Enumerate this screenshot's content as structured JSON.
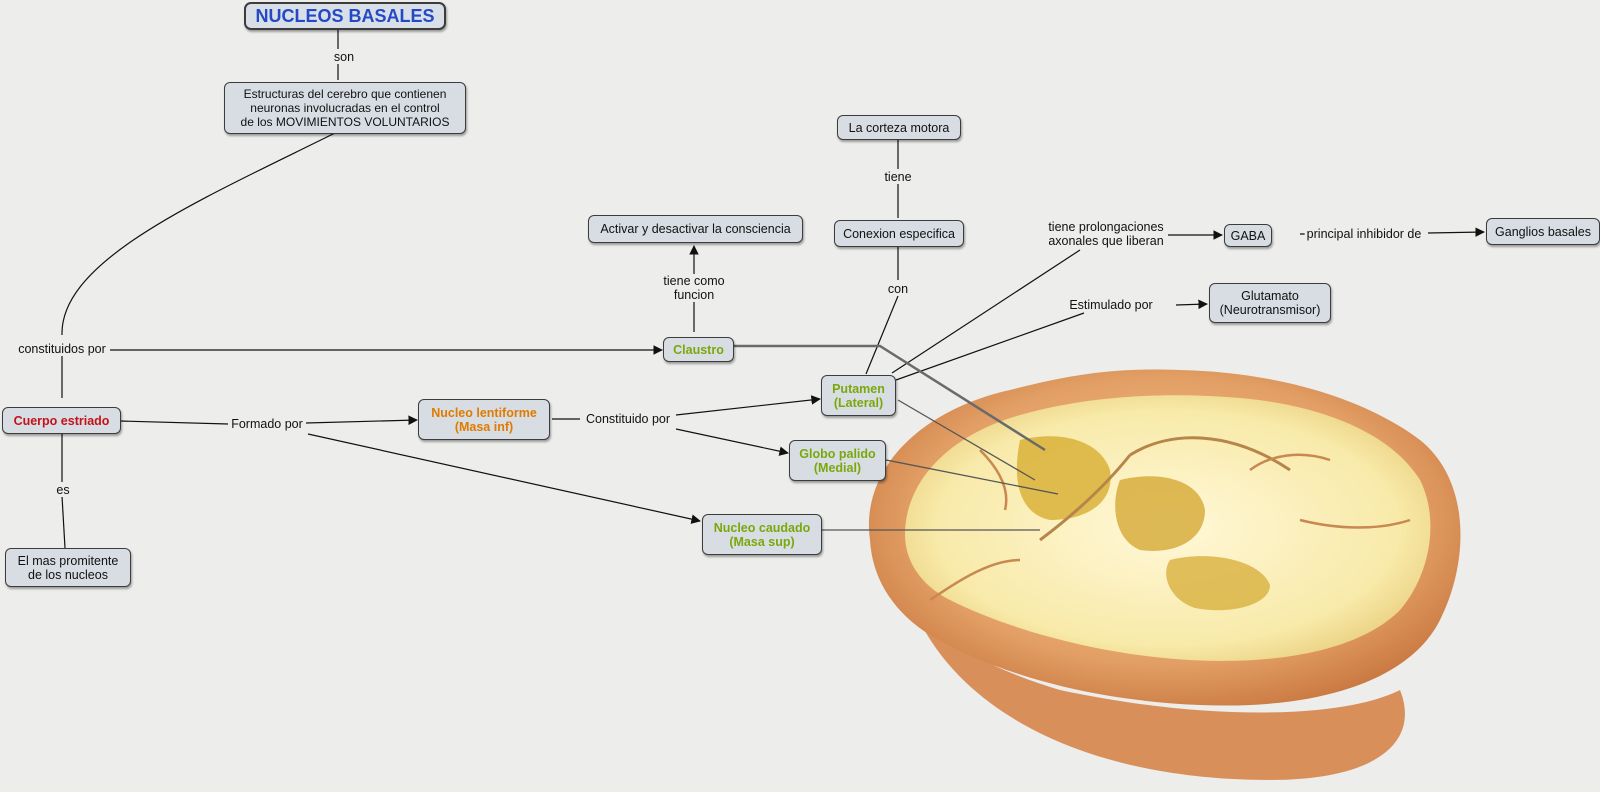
{
  "title": "NUCLEOS BASALES",
  "colors": {
    "title": "#2449c6",
    "cuerpo_estriado": "#c4121a",
    "nucleo_lentiforme": "#e07b00",
    "green_nodes": "#7aa80c",
    "node_fill": "#d7dde2"
  },
  "nodes": {
    "estructuras": "Estructuras del cerebro que contienen\nneuronas involucradas en el control\nde los MOVIMIENTOS VOLUNTARIOS",
    "cuerpo_estriado": "Cuerpo estriado",
    "mas_prominente": "El mas promitente\nde los nucleos",
    "nucleo_lentiforme": "Nucleo lentiforme\n(Masa inf)",
    "putamen": "Putamen\n(Lateral)",
    "globo_palido": "Globo palido\n(Medial)",
    "nucleo_caudado": "Nucleo caudado\n(Masa sup)",
    "claustro": "Claustro",
    "consciencia": "Activar y desactivar la consciencia",
    "corteza_motora": "La corteza motora",
    "conexion": "Conexion especifica",
    "gaba": "GABA",
    "ganglios": "Ganglios basales",
    "glutamato": "Glutamato\n(Neurotransmisor)"
  },
  "links": {
    "son": "son",
    "constituidos_por": "constituidos por",
    "es": "es",
    "formado_por": "Formado por",
    "constituido_por": "Constituido por",
    "tiene_como_funcion": "tiene como\nfuncion",
    "tiene": "tiene",
    "con": "con",
    "prolongaciones": "tiene prolongaciones\naxonales que liberan",
    "inhibidor": "principal inhibidor de",
    "estimulado": "Estimulado por"
  },
  "image": {
    "subject": "coronal-brain-section-illustration"
  }
}
